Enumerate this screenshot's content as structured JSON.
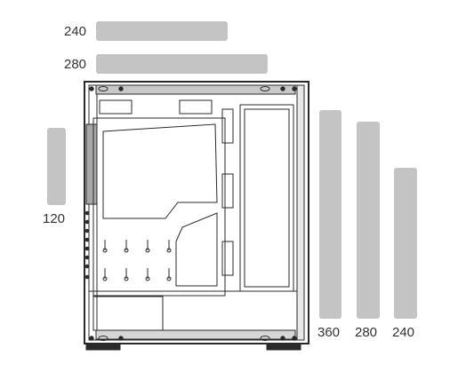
{
  "colors": {
    "bar": "#c4c4c4",
    "line": "#2a2a2a",
    "label": "#333333"
  },
  "top_radiators": [
    {
      "size": "240"
    },
    {
      "size": "280"
    }
  ],
  "front_radiators": [
    {
      "size": "360"
    },
    {
      "size": "280"
    },
    {
      "size": "240"
    }
  ],
  "rear_radiator": {
    "size": "120"
  }
}
